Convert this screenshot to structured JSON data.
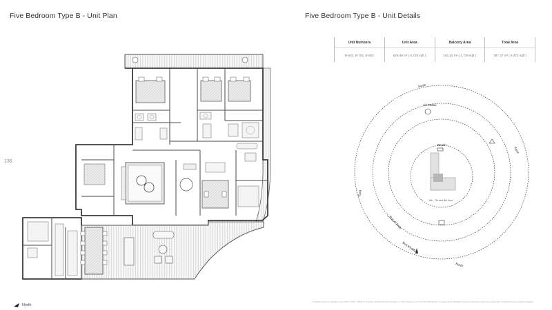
{
  "left_title": "Five Bedroom Type B - Unit Plan",
  "right_title": "Five Bedroom Type B - Unit Details",
  "page_number": "136",
  "north_label": "North",
  "details": {
    "headers": [
      "Unit Numbers",
      "Unit Area",
      "Balcony Area",
      "Total Area"
    ],
    "values": [
      "B-602, B-702, B-802",
      "629.59 m² ( 6,720 sqft )",
      "161.62 m² ( 1,739 sqft )",
      "787.37 m² ( 8,472 sqft )"
    ]
  },
  "view": {
    "labels": [
      "South",
      "Ain Dubai",
      "West",
      "Beach",
      "East",
      "Burj Al Arab",
      "Burj Khalifa",
      "North"
    ],
    "floors": "6th - 7th and 8th floor"
  },
  "footnote": "1. Measurements are indicative only. Floor to finish. ± Metric & Imperial rounding and approximations. 2. This unit layout may vary from final design. 3. Images are for illustrative purposes only and should not be relied upon. All dimensions are subject to change."
}
